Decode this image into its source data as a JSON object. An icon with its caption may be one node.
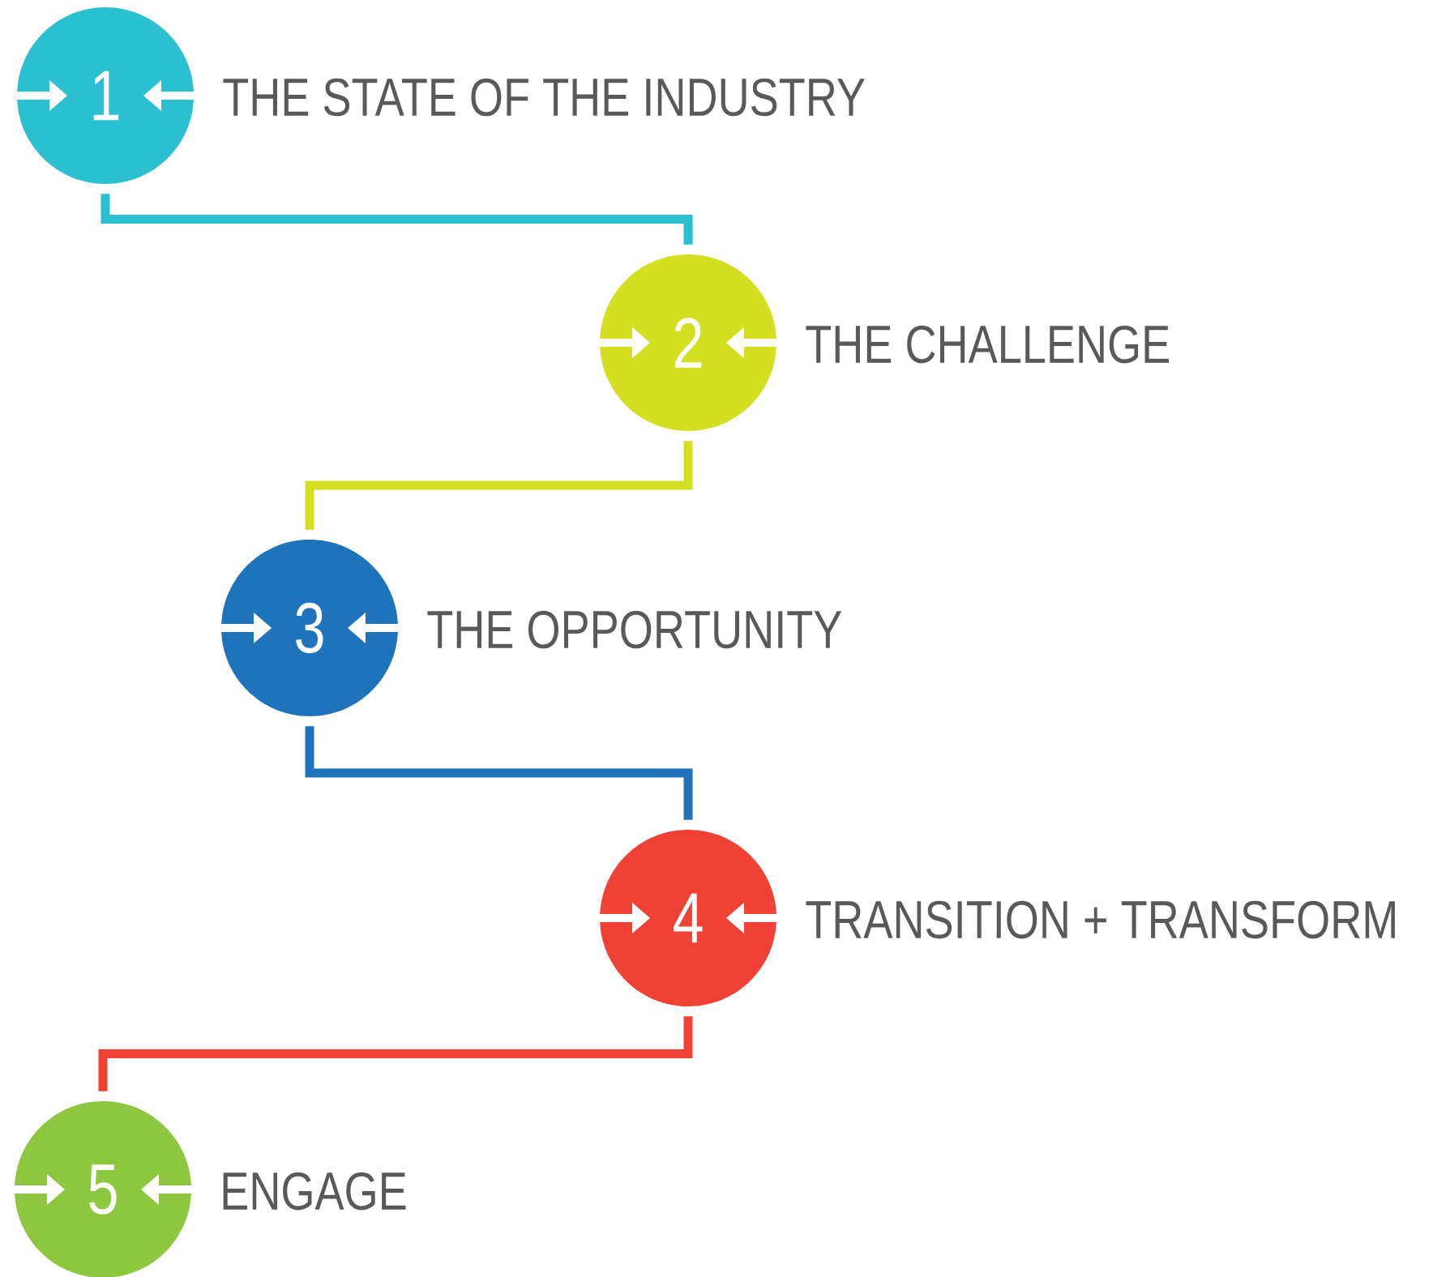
{
  "diagram": {
    "nodes": [
      {
        "text": [
          "1"
        ],
        "beside": [
          "THE STATE OF THE INDUSTRY"
        ]
      },
      {
        "text": [
          "2"
        ],
        "beside": [
          "THE CHALLENGE"
        ]
      },
      {
        "text": [
          "3"
        ],
        "beside": [
          "THE OPPORTUNITY"
        ]
      },
      {
        "text": [
          "4"
        ],
        "beside": [
          "TRANSITION + TRANSFORM"
        ]
      },
      {
        "text": [
          "5"
        ],
        "beside": [
          "ENGAGE"
        ]
      }
    ],
    "edges": [
      {
        "from": 0,
        "to": 1,
        "arrow": "none",
        "color": "#2bc0cf"
      },
      {
        "from": 1,
        "to": 2,
        "arrow": "none",
        "color": "#d5df22"
      },
      {
        "from": 2,
        "to": 3,
        "arrow": "none",
        "color": "#1f73bb"
      },
      {
        "from": 3,
        "to": 4,
        "arrow": "none",
        "color": "#ef4136"
      }
    ]
  }
}
